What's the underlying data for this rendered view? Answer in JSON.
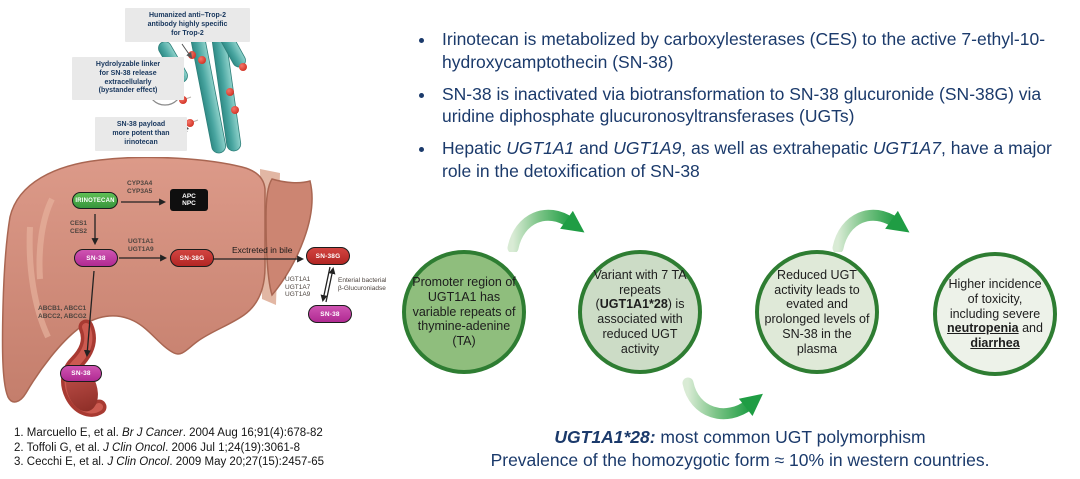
{
  "colors": {
    "text_navy": "#1b3a6b",
    "circle_border": "#2e7d32",
    "circle_fills": [
      "#8fbe7d",
      "#ccdcc6",
      "#dfe9d8",
      "#edf2e9"
    ],
    "arrow_green": "#1f9d44",
    "antibody_teal": "#4aa6a1",
    "payload_red": "#d42d1f",
    "liver_salmon": "#d08c7b",
    "pill_green": "#3fae49",
    "pill_magenta": "#c2399f",
    "pill_red": "#c53531",
    "apc_box_black": "#0f0f0f",
    "label_box_gray": "#e9e9e9"
  },
  "adc": {
    "label_top": "Humanized anti–Trop-2\nantibody highly specific\nfor Trop-2",
    "label_linker": "Hydrolyzable linker\nfor SN-38 release\nextracellularly\n(bystander effect)",
    "label_payload": "SN-38 payload\nmore potent than\nirinotecan"
  },
  "liver": {
    "irinotecan": "IRINOTECAN",
    "apc_npc": "APC\nNPC",
    "cyp": "CYP3A4\nCYP3A5",
    "ces": "CES1\nCES2",
    "ugt_main": "UGT1A1\nUGT1A9",
    "sn38": "SN-38",
    "sn38g": "SN-38G",
    "abc_transporters": "ABCB1, ABCC1\nABCC2, ABCG2",
    "excreted": "Exctreted in bile",
    "ugt_reconjugation": "UGT1A1\nUGT1A7\nUGT1A9",
    "bacterial": "Enterial bacterial\nβ-Glucuroniadse",
    "sn38g_2": "SN-38G",
    "sn38_2": "SN-38",
    "sn38_3": "SN-38"
  },
  "bullets": [
    "Irinotecan is metabolized by carboxylesterases (CES) to the active 7-ethyl-10-hydroxycamptothecin (SN-38)",
    "SN-38 is inactivated via biotransformation to SN-38 glucuronide (SN-38G) via uridine diphosphate glucuronosyltransferases (UGTs)",
    "Hepatic <i>UGT1A1</i> and <i>UGT1A9</i>, as well as extrahepatic <i>UGT1A7</i>, have a major role in the detoxification of SN-38"
  ],
  "circles": [
    {
      "html": "Promoter region of UGT1A1 has variable repeats of thymine-adenine (TA)"
    },
    {
      "html": "Variant with 7 TA repeats (<b>UGT1A1*28</b>) is associated with reduced UGT activity"
    },
    {
      "html": "Reduced UGT activity leads to evated and prolonged levels of SN-38 in the plasma"
    },
    {
      "html": "Higher incidence of toxicity, including severe <b><u>neutropenia</u></b> and <b><u>diarrhea</u></b>"
    }
  ],
  "footer": {
    "line1_lead": "UGT1A1*28:",
    "line1_rest": " most common UGT polymorphism",
    "line2": "Prevalence of the homozygotic form ≈ 10% in western countries."
  },
  "references": [
    "1. Marcuello E, et al. <i>Br J Cancer</i>. 2004 Aug 16;91(4):678-82",
    "2. Toffoli G, et al. <i>J Clin Oncol</i>. 2006 Jul 1;24(19):3061-8",
    "3. Cecchi E, et al. <i>J Clin Oncol</i>. 2009 May 20;27(15):2457-65"
  ]
}
